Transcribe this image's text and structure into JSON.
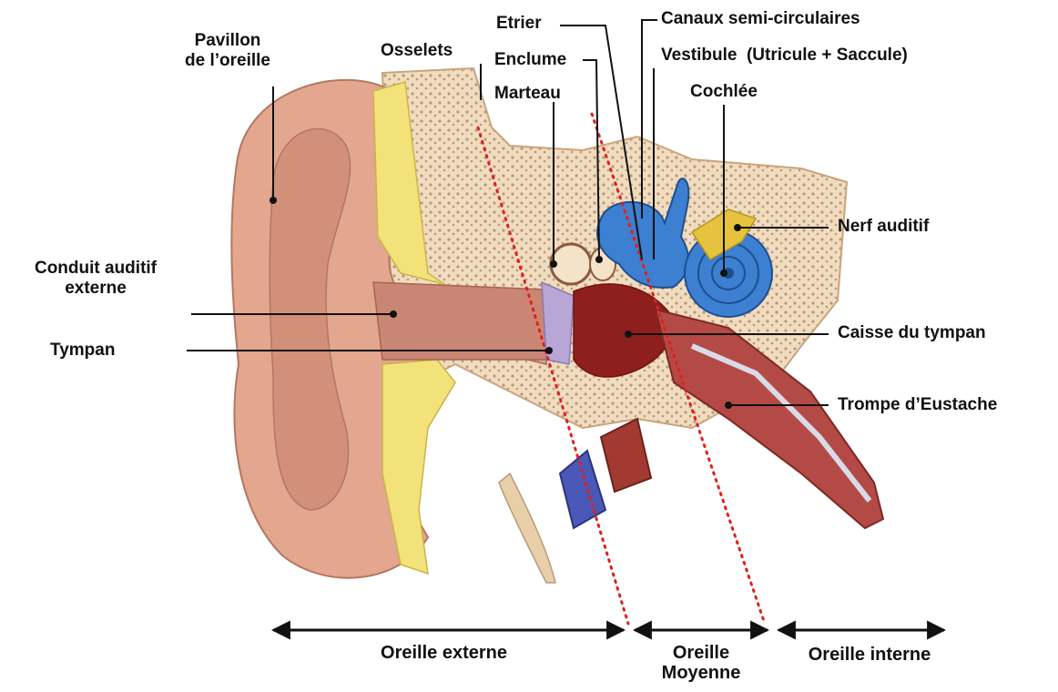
{
  "labels": {
    "pavillon": [
      "Pavillon",
      "de l’oreille"
    ],
    "osselets": "Osselets",
    "etrier": "Etrier",
    "enclume": "Enclume",
    "marteau": "Marteau",
    "canaux": "Canaux semi-circulaires",
    "vestibule": "Vestibule",
    "vestibule_detail": "(Utricule + Saccule)",
    "cochlee": "Cochlée",
    "nerf": "Nerf auditif",
    "conduit": [
      "Conduit auditif",
      "externe"
    ],
    "tympan": "Tympan",
    "caisse": "Caisse du tympan",
    "trompe": "Trompe d’Eustache"
  },
  "sections": {
    "externe": "Oreille externe",
    "moyenne": [
      "Oreille",
      "Moyenne"
    ],
    "interne": "Oreille interne"
  },
  "colors": {
    "skin": "#e3a68f",
    "skin_dark": "#c07a66",
    "cartilage": "#f3e27a",
    "bone": "#f1dcc0",
    "cavity": "#8e1f1c",
    "inner_ear": "#3d7fd0",
    "nerve": "#e7c23e",
    "tube": "#b44a45",
    "vein": "#4a58b8",
    "artery": "#a23a32",
    "boundary": "#e0201c"
  }
}
